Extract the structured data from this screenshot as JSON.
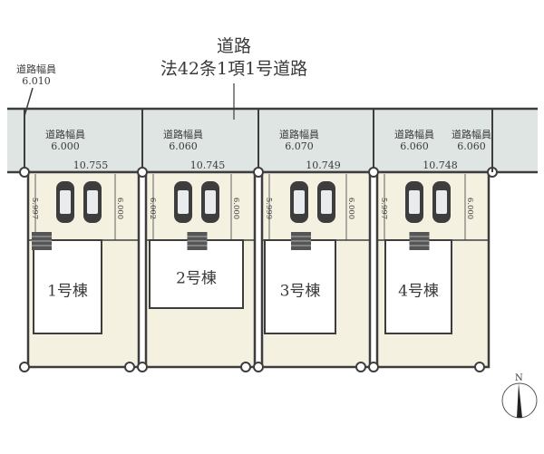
{
  "road": {
    "title_line1": "道路",
    "title_line2": "法42条1項1号道路",
    "left_width_label": "道路幅員",
    "left_width_value": "6.010"
  },
  "lots": [
    {
      "house": "1号棟",
      "frontage": "10.755",
      "road_widths": [
        {
          "label": "道路幅員",
          "value": "6.000"
        }
      ],
      "depth_left": "5.997",
      "depth_right": "6.000"
    },
    {
      "house": "2号棟",
      "frontage": "10.745",
      "road_widths": [
        {
          "label": "道路幅員",
          "value": "6.060"
        }
      ],
      "depth_left": "6.002",
      "depth_right": "6.000"
    },
    {
      "house": "3号棟",
      "frontage": "10.749",
      "road_widths": [
        {
          "label": "道路幅員",
          "value": "6.070"
        }
      ],
      "depth_left": "5.999",
      "depth_right": "6.000"
    },
    {
      "house": "4号棟",
      "frontage": "10.748",
      "road_widths": [
        {
          "label": "道路幅員",
          "value": "6.060"
        },
        {
          "label": "道路幅員",
          "value": "6.060"
        }
      ],
      "depth_left": "5.997",
      "depth_right": "6.000"
    }
  ],
  "compass": {
    "label": "N"
  },
  "colors": {
    "road": "#dfe5e2",
    "lot": "#f5f1e1",
    "line": "#3d3d3d"
  }
}
